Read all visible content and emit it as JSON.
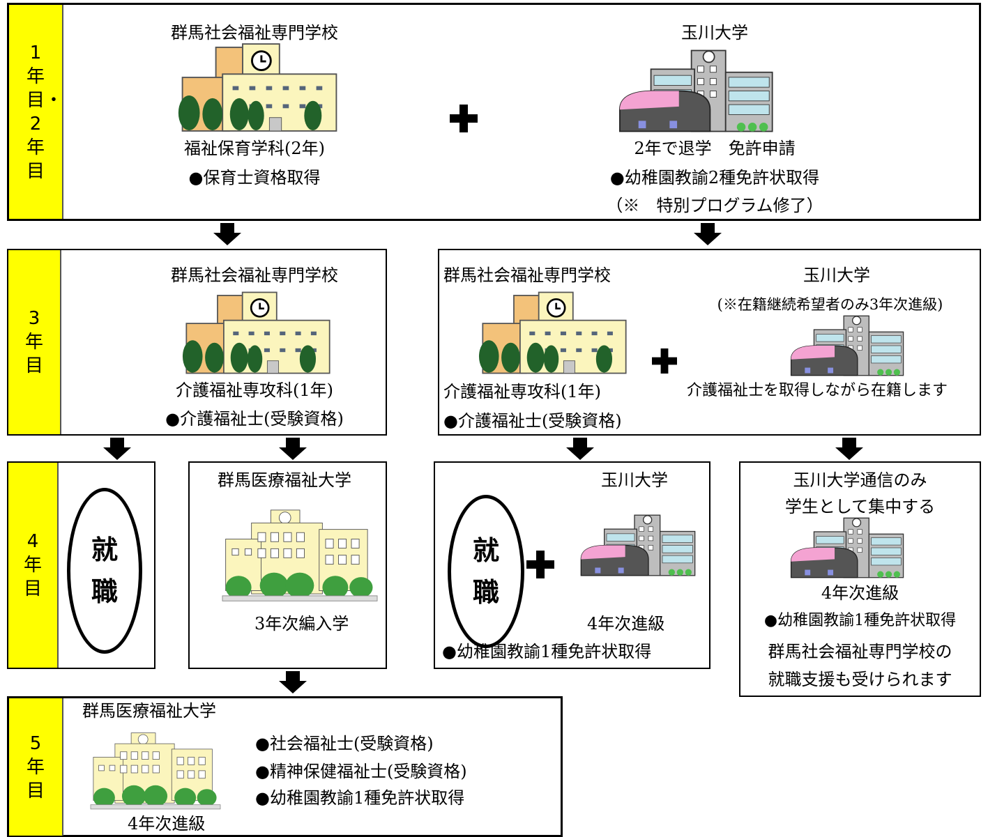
{
  "years": {
    "y12": "1年目・2年目",
    "y3": "3年目",
    "y4": "4年目",
    "y5": "5年目"
  },
  "row1": {
    "left_school": "群馬社会福祉専門学校",
    "left_dept": "福祉保育学科(2年)",
    "left_cert": "●保育士資格取得",
    "right_school": "玉川大学",
    "right_note1": "2年で退学　免許申請",
    "right_cert": "●幼稚園教諭2種免許状取得",
    "right_note2": "（※　特別プログラム修了）"
  },
  "row3_left": {
    "school": "群馬社会福祉専門学校",
    "dept": "介護福祉専攻科(1年)",
    "cert": "●介護福祉士(受験資格)"
  },
  "row3_right": {
    "school_a": "群馬社会福祉専門学校",
    "dept_a": "介護福祉専攻科(1年)",
    "cert_a": "●介護福祉士(受験資格)",
    "school_b": "玉川大学",
    "note_b": "(※在籍継続希望者のみ3年次進級)",
    "note_b2": "介護福祉士を取得しながら在籍します"
  },
  "row4": {
    "job": "就職",
    "med_school": "群馬医療福祉大学",
    "med_note": "3年次編入学",
    "job2": "就職",
    "tam_school": "玉川大学",
    "tam_note": "4年次進級",
    "tam_cert": "●幼稚園教諭1種免許状取得",
    "corr_line1": "玉川大学通信のみ",
    "corr_line2": "学生として集中する",
    "corr_note": "4年次進級",
    "corr_cert": "●幼稚園教諭1種免許状取得",
    "corr_sup1": "群馬社会福祉専門学校の",
    "corr_sup2": "就職支援も受けられます"
  },
  "row5": {
    "school": "群馬医療福祉大学",
    "note": "4年次進級",
    "cert1": "●社会福祉士(受験資格)",
    "cert2": "●精神保健福祉士(受験資格)",
    "cert3": "●幼稚園教諭1種免許状取得"
  }
}
